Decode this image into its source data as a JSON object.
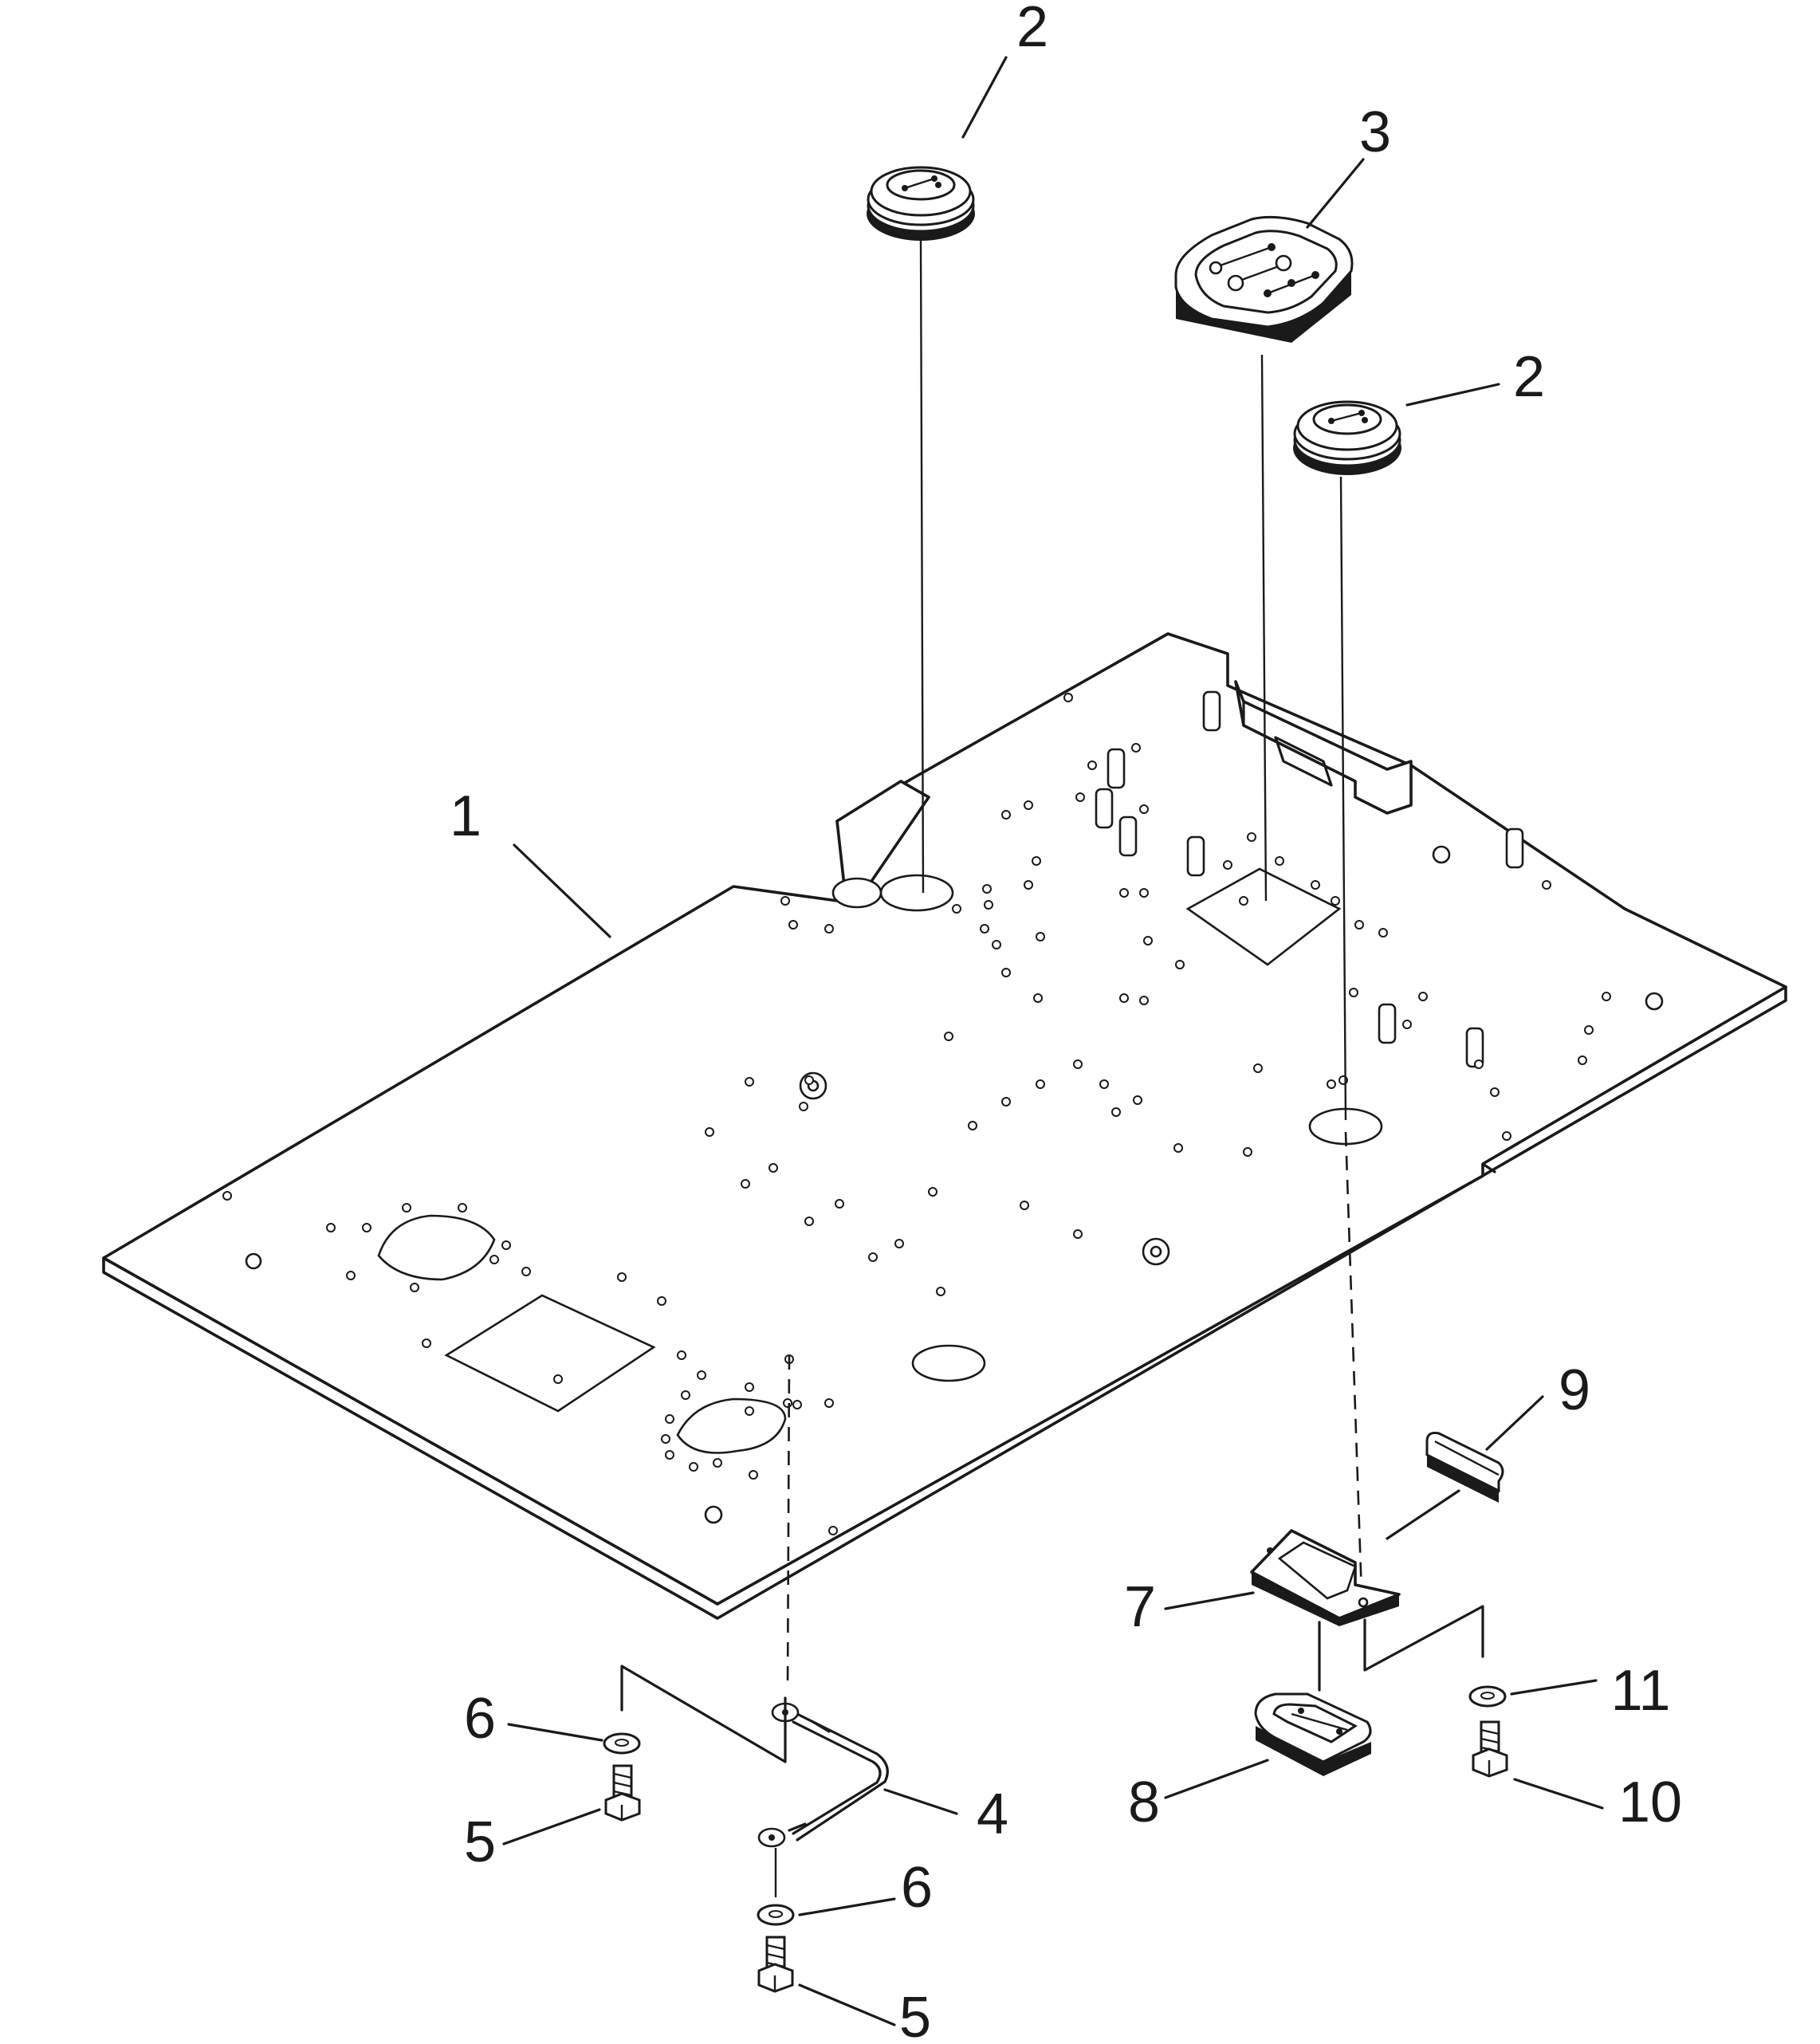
{
  "labels": {
    "p1": "1",
    "p2a": "2",
    "p2b": "2",
    "p3": "3",
    "p4": "4",
    "p5a": "5",
    "p5b": "5",
    "p6a": "6",
    "p6b": "6",
    "p7": "7",
    "p8": "8",
    "p9": "9",
    "p10": "10",
    "p11": "11"
  }
}
